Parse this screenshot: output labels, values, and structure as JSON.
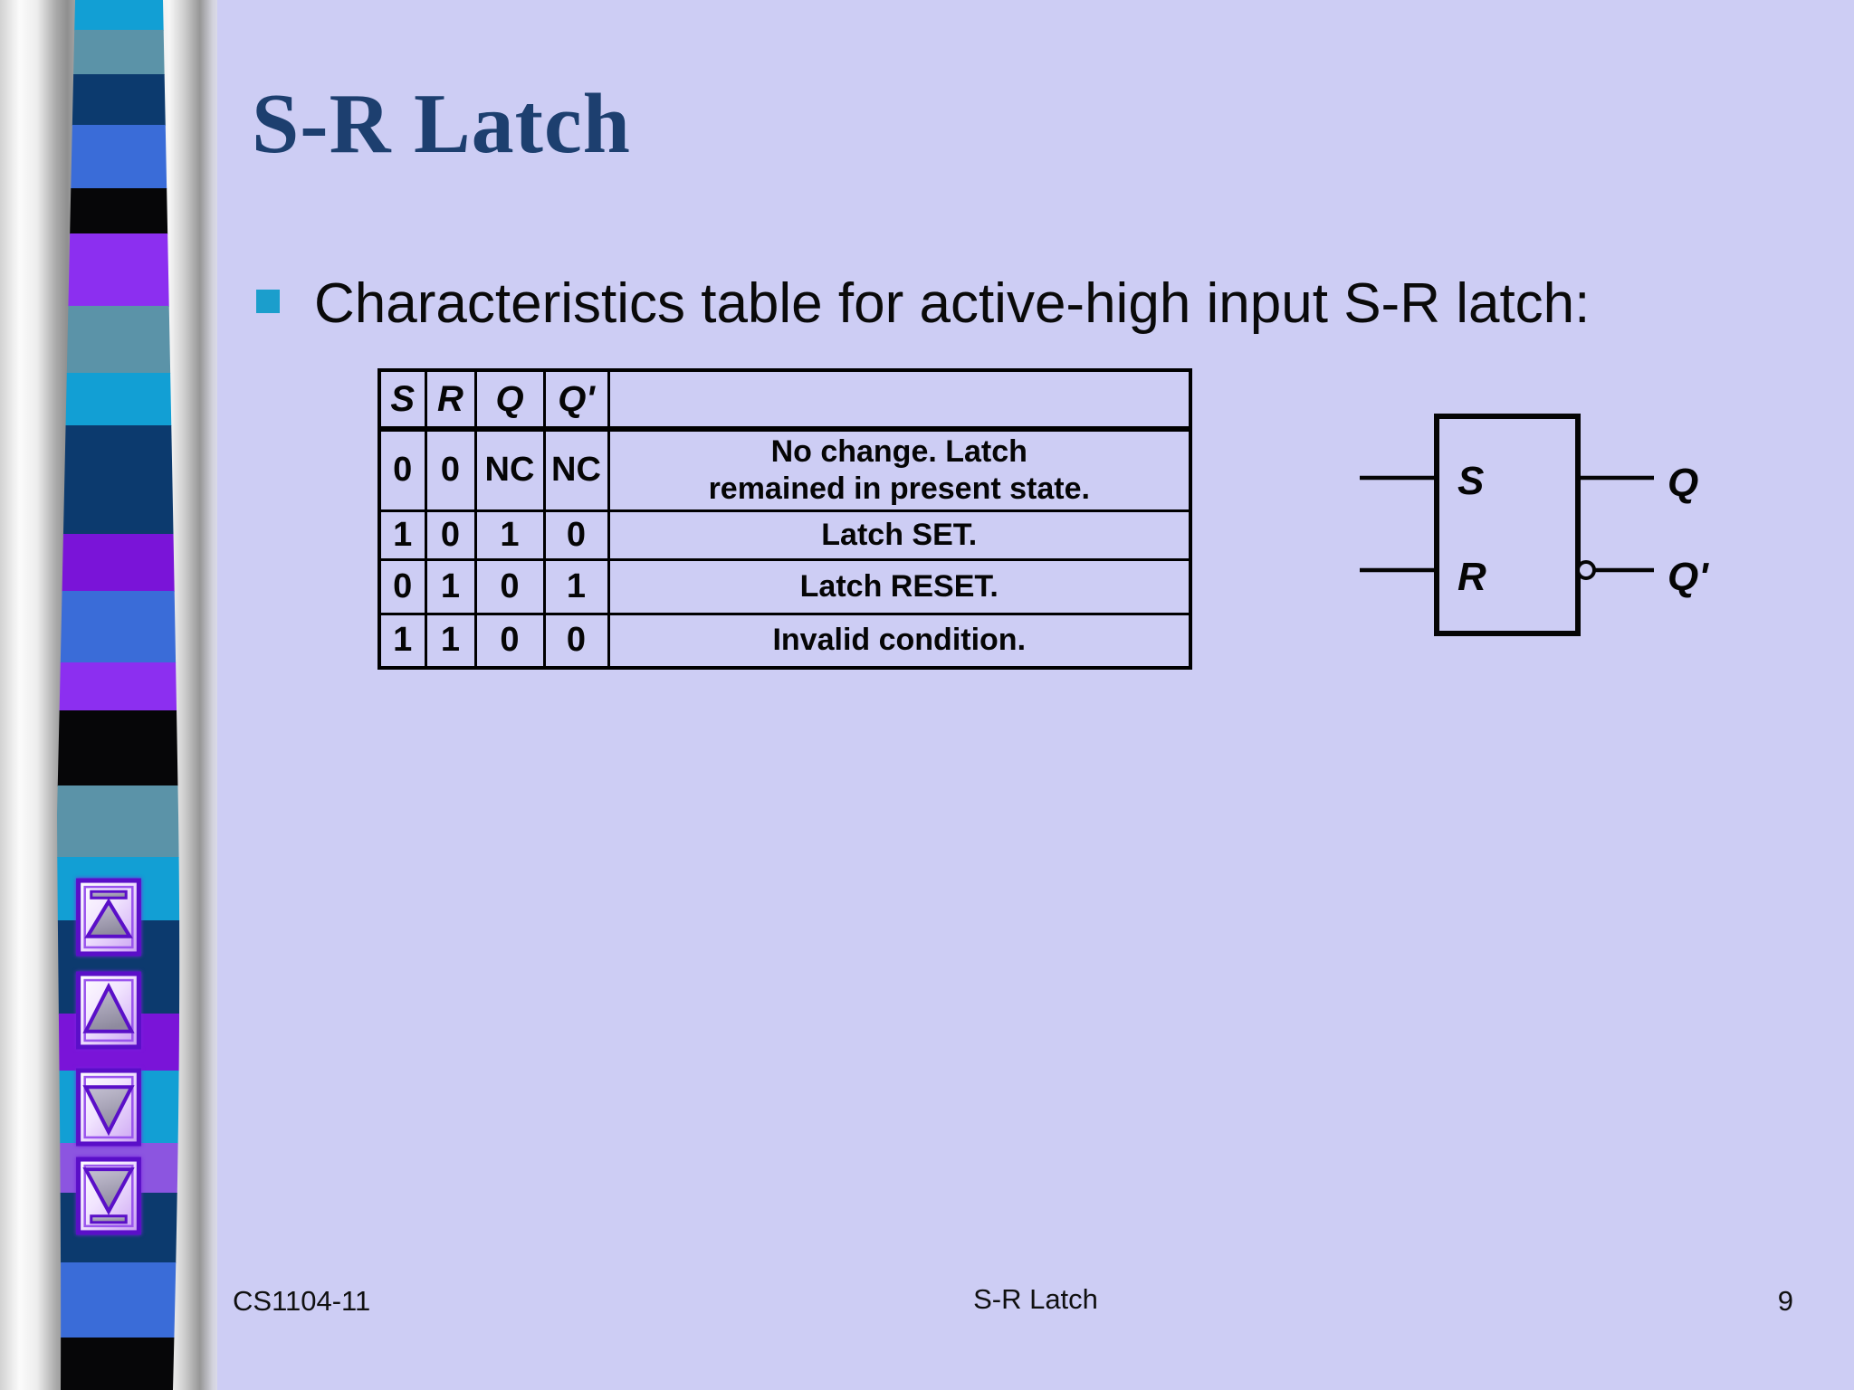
{
  "slide": {
    "title": "S-R Latch",
    "bullet_text": "Characteristics table for active-high input S-R latch:"
  },
  "table": {
    "headers": {
      "s": "S",
      "r": "R",
      "q": "Q",
      "qp": "Q'",
      "desc": ""
    },
    "rows": [
      {
        "s": "0",
        "r": "0",
        "q": "NC",
        "qp": "NC",
        "desc": "No change.  Latch\nremained in present state."
      },
      {
        "s": "1",
        "r": "0",
        "q": "1",
        "qp": "0",
        "desc": "Latch SET."
      },
      {
        "s": "0",
        "r": "1",
        "q": "0",
        "qp": "1",
        "desc": "Latch RESET."
      },
      {
        "s": "1",
        "r": "1",
        "q": "0",
        "qp": "0",
        "desc": "Invalid condition."
      }
    ]
  },
  "diagram": {
    "input_s": "S",
    "input_r": "R",
    "output_q": "Q",
    "output_qp": "Q'"
  },
  "footer": {
    "course": "CS1104-11",
    "title": "S-R Latch",
    "page": "9"
  },
  "colors": {
    "background": "#cdcdf4",
    "title_text": "#1d3f6f",
    "bullet_square": "#1b9ecc",
    "table_border": "#000000",
    "nav_button_purple": "#5a0fc8"
  },
  "sidebar": {
    "stripes": [
      {
        "color": "#129fd4",
        "h": 33
      },
      {
        "color": "#5b93a8",
        "h": 49
      },
      {
        "color": "#0c3a6e",
        "h": 56
      },
      {
        "color": "#3a6cd8",
        "h": 70
      },
      {
        "color": "#060608",
        "h": 50
      },
      {
        "color": "#8c2ff0",
        "h": 80
      },
      {
        "color": "#5b93a8",
        "h": 74
      },
      {
        "color": "#129fd4",
        "h": 58
      },
      {
        "color": "#0c3a6e",
        "h": 120
      },
      {
        "color": "#7a14d8",
        "h": 63
      },
      {
        "color": "#3a6cd8",
        "h": 79
      },
      {
        "color": "#8c2ff0",
        "h": 53
      },
      {
        "color": "#060608",
        "h": 83
      },
      {
        "color": "#5b93a8",
        "h": 79
      },
      {
        "color": "#129fd4",
        "h": 70
      },
      {
        "color": "#0c3a6e",
        "h": 103
      },
      {
        "color": "#7a14d8",
        "h": 63
      },
      {
        "color": "#129fd4",
        "h": 80
      },
      {
        "color": "#8c55e0",
        "h": 55
      },
      {
        "color": "#0c3a6e",
        "h": 77
      },
      {
        "color": "#3a6cd8",
        "h": 83
      },
      {
        "color": "#060608",
        "h": 58
      }
    ],
    "nav_buttons": [
      {
        "label": "first-slide",
        "icon": "triangle-up-with-bar-icon"
      },
      {
        "label": "previous-slide",
        "icon": "triangle-up-icon"
      },
      {
        "label": "next-slide",
        "icon": "triangle-down-icon"
      },
      {
        "label": "last-slide",
        "icon": "triangle-down-with-bar-icon"
      }
    ]
  }
}
